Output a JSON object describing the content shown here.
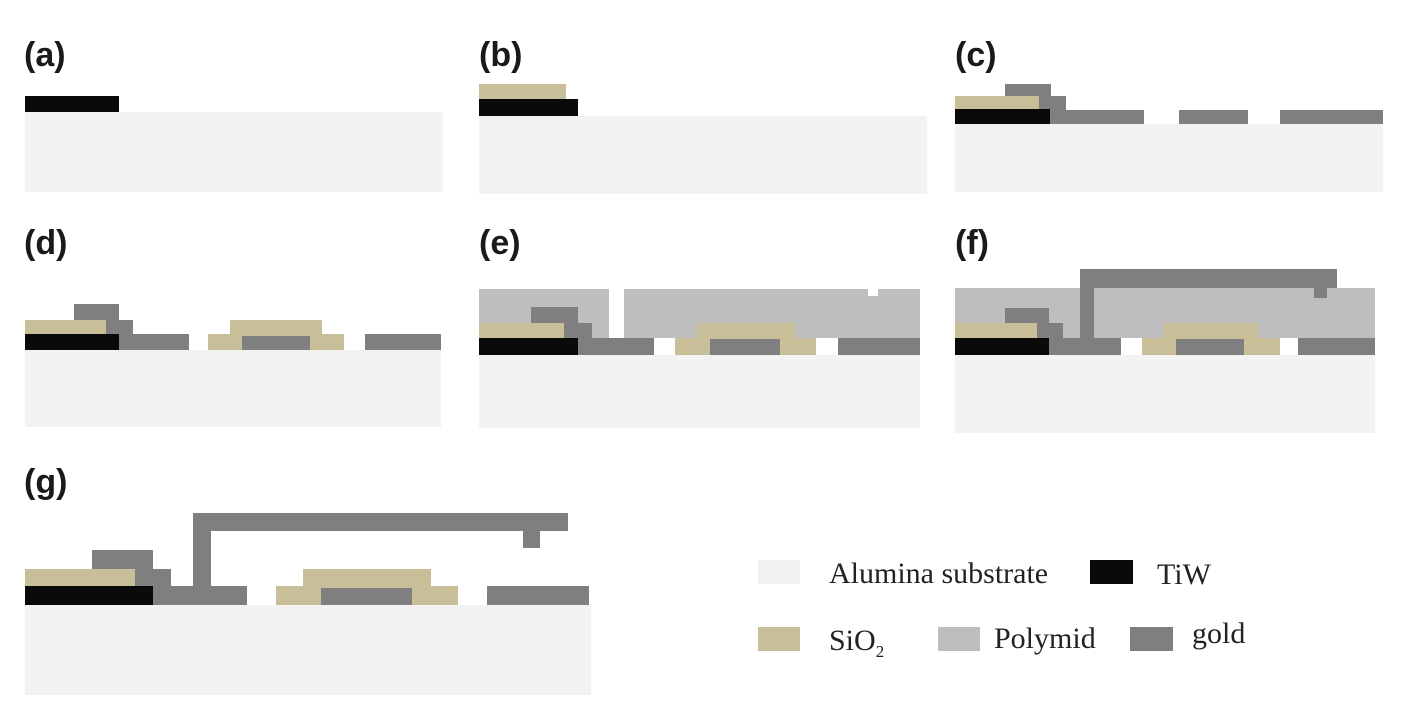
{
  "colors": {
    "substrate": "#f2f2f0",
    "tiw": "#0a0a0a",
    "sio2": "#c8bf98",
    "polymid": "#bebebe",
    "gold": "#7f7f7f"
  },
  "panels": [
    {
      "id": "a",
      "label": "(a)"
    },
    {
      "id": "b",
      "label": "(b)"
    },
    {
      "id": "c",
      "label": "(c)"
    },
    {
      "id": "d",
      "label": "(d)"
    },
    {
      "id": "e",
      "label": "(e)"
    },
    {
      "id": "f",
      "label": "(f)"
    },
    {
      "id": "g",
      "label": "(g)"
    }
  ],
  "legend": [
    {
      "material": "substrate",
      "label": "Alumina substrate"
    },
    {
      "material": "tiw",
      "label": "TiW"
    },
    {
      "material": "sio2",
      "label": "SiO",
      "subscript": "2"
    },
    {
      "material": "polymid",
      "label": "Polymid"
    },
    {
      "material": "gold",
      "label": "gold"
    }
  ]
}
